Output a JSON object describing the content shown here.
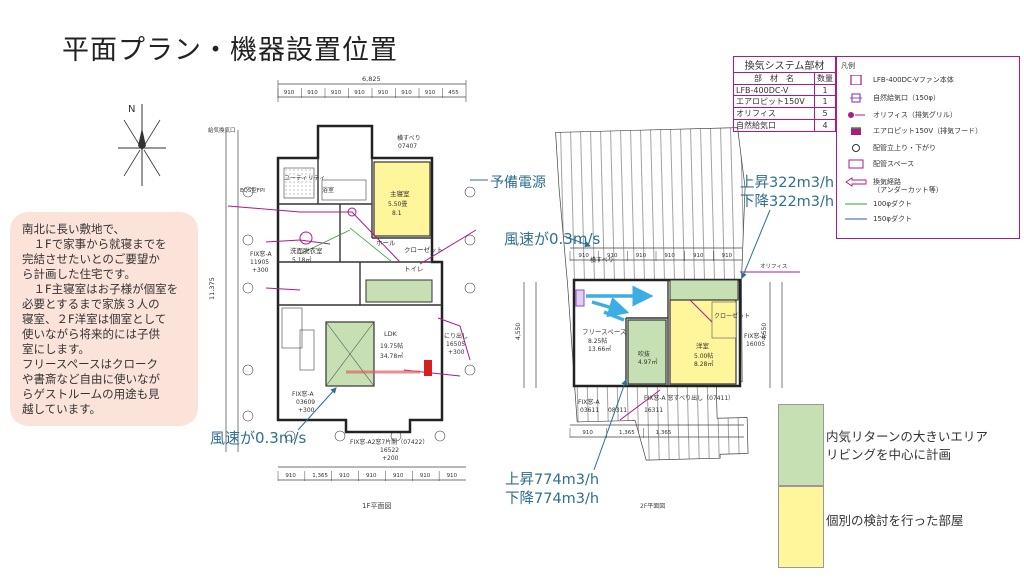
{
  "title": "平面プラン・機器設置位置",
  "note": {
    "lines": [
      "南北に長い敷地で、",
      "　１Fで家事から就寝までを",
      "完結させたいとのご要望か",
      "ら計画した住宅です。",
      "　１F主寝室はお子様が個室を",
      "必要とするまで家族３人の",
      "寝室、２F洋室は個室として",
      "使いながら将来的には子供",
      "室にします。",
      "フリースペースはクローク",
      "や書斎など自由に使いなが",
      "らゲストルームの用途も見",
      "越しています。"
    ]
  },
  "annotations": {
    "reserve_power": "予備電源",
    "wind_1f": "風速が0.3m/s",
    "wind_2f": "風速が0.3m/s",
    "top_up": "上昇322m3/h",
    "top_down": "下降322m3/h",
    "bottom_up": "上昇774m3/h",
    "bottom_down": "下降774m3/h"
  },
  "parts_table": {
    "caption": "換気システム部材",
    "headers": [
      "部　材　名",
      "数量"
    ],
    "rows": [
      {
        "name": "LFB-400DC-V",
        "qty": "1"
      },
      {
        "name": "エアロピット150V",
        "qty": "1"
      },
      {
        "name": "オリフィス",
        "qty": "5"
      },
      {
        "name": "自然給気口",
        "qty": "4"
      }
    ]
  },
  "legend": {
    "title": "凡例",
    "items": [
      {
        "symbol": "unit",
        "text": "LFB-400DC-Vファン本体"
      },
      {
        "symbol": "inlet",
        "text": "自然給気口（150φ）"
      },
      {
        "symbol": "orifice",
        "text": "オリフィス（排気グリル）"
      },
      {
        "symbol": "aeropit",
        "text": "エアロピット150V（排気フード）"
      },
      {
        "symbol": "riser",
        "text": "配管立上り・下がり"
      },
      {
        "symbol": "space",
        "text": "配管スペース"
      },
      {
        "symbol": "arrow",
        "text": "換気経路"
      },
      {
        "symbol": "none",
        "text": "（アンダーカット等）"
      },
      {
        "symbol": "duct100",
        "text": "100φダクト"
      },
      {
        "symbol": "duct150",
        "text": "150φダクト"
      }
    ]
  },
  "key": {
    "green_label_1": "内気リターンの大きいエリア",
    "green_label_2": "リビングを中心に計画",
    "yellow_label": "個別の検討を行った部屋"
  },
  "plan_1f": {
    "caption": "1F平面図",
    "top_dim": "6,825",
    "top_segments": [
      "910",
      "910",
      "910",
      "910",
      "910",
      "910",
      "910",
      "455"
    ],
    "bottom_segments": [
      "910",
      "1,365",
      "910",
      "910",
      "910",
      "910",
      "910"
    ],
    "left_dim": "11,375",
    "rooms": [
      {
        "name": "主寝室",
        "area": "5.50畳",
        "sub": "8.1"
      },
      {
        "name": "洗面脱衣室",
        "area": "5.18㎡"
      },
      {
        "name": "LDK",
        "area": "19.75帖",
        "sub": "34.78㎡"
      },
      {
        "name": "ホール",
        "area": ""
      },
      {
        "name": "クローゼット",
        "area": ""
      },
      {
        "name": "トイレ",
        "area": ""
      },
      {
        "name": "ユーティリティ",
        "area": ""
      }
    ],
    "labels": [
      "横すべり",
      "07407",
      "FIX窓-A",
      "11905",
      "+300",
      "にり出し",
      "16505",
      "+300",
      "FIX窓-A",
      "03609",
      "+300",
      "FIX窓-A2窓7片開（07422）",
      "16522",
      "+200",
      "給気換気口",
      "浴室",
      "EQS型FPI"
    ]
  },
  "plan_2f": {
    "caption": "2F平面図",
    "top_segments": [
      "910",
      "910",
      "910",
      "910",
      "910",
      "910"
    ],
    "bottom_segments": [
      "910",
      "1,365",
      "1,365"
    ],
    "left_dim": "4,550",
    "right_dim": "4,550",
    "rooms": [
      {
        "name": "フリースペース",
        "area": "8.25帖",
        "sub": "13.66㎡"
      },
      {
        "name": "洋室",
        "area": "5.00帖",
        "sub": "8.28㎡"
      },
      {
        "name": "吹抜",
        "area": "4.97㎡"
      }
    ],
    "labels": [
      "横すべり",
      "FIX窓-A",
      "16005",
      "FIX窓-A",
      "03611",
      "08311",
      "16311",
      "FIX窓-A 窓すべり出し（07411）",
      "クローゼット",
      "オリフィス"
    ]
  },
  "colors": {
    "magenta": "#b0188a",
    "green_zone": "#c6e0b4",
    "yellow_zone": "#fff59a",
    "arrow_blue": "#1aa0e0",
    "arrow_red": "#e06060",
    "annotation": "#2f6f8f"
  }
}
